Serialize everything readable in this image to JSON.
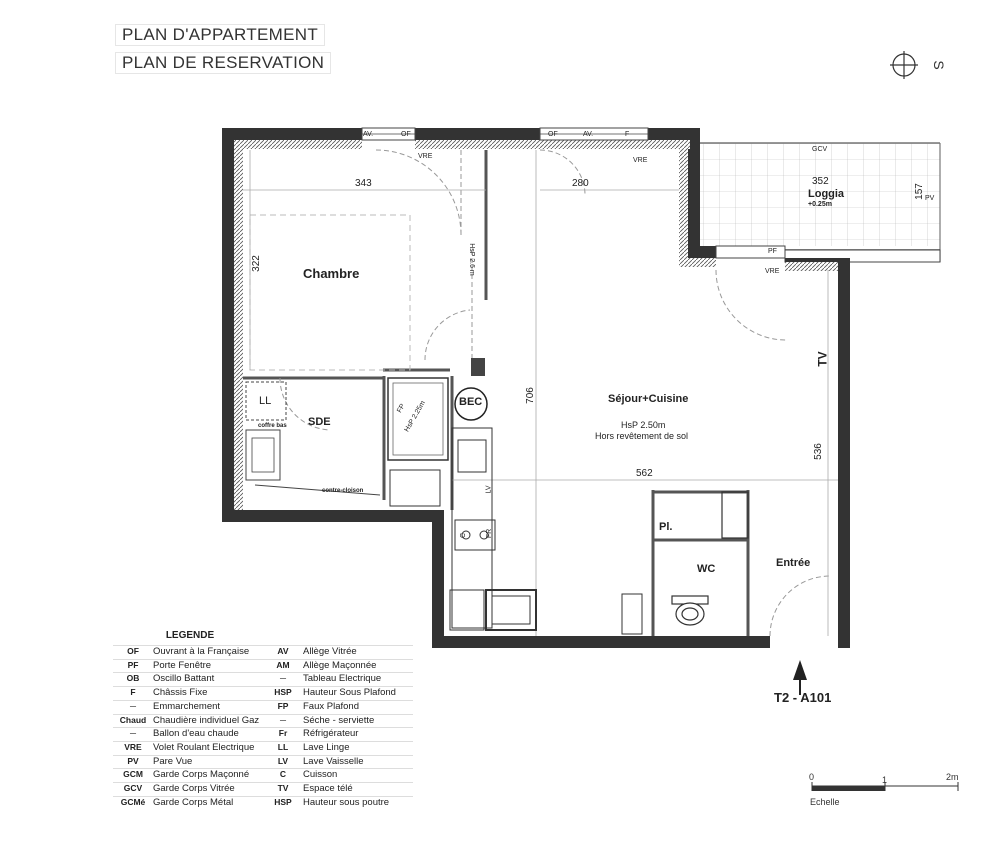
{
  "header": {
    "line1": "PLAN D'APPARTEMENT",
    "line2": "PLAN DE RESERVATION"
  },
  "compass": {
    "label": "S"
  },
  "unit_ref": "T2 - A101",
  "rooms": {
    "chambre": "Chambre",
    "sejour": "Séjour+Cuisine",
    "sejour_hsp": "HsP 2.50m",
    "sejour_note": "Hors revêtement de sol",
    "sde": "SDE",
    "wc": "WC",
    "entree": "Entrée",
    "loggia": "Loggia",
    "loggia_level": "+0.25m",
    "placard": "Pl.",
    "bec": "BEC",
    "ll": "LL",
    "lv": "LV",
    "fr": "FR",
    "c": "C",
    "tv": "TV",
    "coffre_bas": "coffre bas",
    "contre_cloison": "contre-cloison",
    "fp": "FP",
    "fp_hsp": "HsP 2.25m",
    "hsp_beam": "HsP 2.6 m"
  },
  "dimensions": {
    "chambre_width": "343",
    "chambre_height": "322",
    "sejour_top": "280",
    "sejour_height": "706",
    "sejour_width": "562",
    "right_height": "536",
    "loggia_width": "352",
    "loggia_depth": "157"
  },
  "window_labels": {
    "av": "AV.",
    "of": "OF",
    "f": "F",
    "vre": "VRE",
    "pf": "PF",
    "gcv": "GCV",
    "pv": "PV"
  },
  "legend": {
    "title": "LEGENDE",
    "left": [
      {
        "code": "OF",
        "label": "Ouvrant à la Française"
      },
      {
        "code": "PF",
        "label": "Porte Fenêtre"
      },
      {
        "code": "OB",
        "label": "Oscillo Battant"
      },
      {
        "code": "F",
        "label": "Châssis Fixe"
      },
      {
        "code": "",
        "label": "Emmarchement",
        "icon": "step-icon"
      },
      {
        "code": "Chaud",
        "label": "Chaudière individuel Gaz"
      },
      {
        "code": "",
        "label": "Ballon d'eau chaude",
        "icon": "water-heater-icon"
      },
      {
        "code": "VRE",
        "label": "Volet Roulant Electrique"
      },
      {
        "code": "PV",
        "label": "Pare Vue"
      },
      {
        "code": "GCM",
        "label": "Garde Corps Maçonné"
      },
      {
        "code": "GCV",
        "label": "Garde Corps Vitrée"
      },
      {
        "code": "GCMé",
        "label": "Garde Corps Métal"
      }
    ],
    "right": [
      {
        "code": "AV",
        "label": "Allège Vitrée"
      },
      {
        "code": "AM",
        "label": "Allège Maçonnée"
      },
      {
        "code": "",
        "label": "Tableau Electrique",
        "icon": "electrical-panel-icon"
      },
      {
        "code": "HSP",
        "label": "Hauteur Sous Plafond"
      },
      {
        "code": "FP",
        "label": "Faux Plafond"
      },
      {
        "code": "",
        "label": "Séche - serviette",
        "icon": "towel-dryer-icon"
      },
      {
        "code": "Fr",
        "label": "Réfrigérateur"
      },
      {
        "code": "LL",
        "label": "Lave Linge"
      },
      {
        "code": "LV",
        "label": "Lave Vaisselle"
      },
      {
        "code": "C",
        "label": "Cuisson"
      },
      {
        "code": "TV",
        "label": "Espace télé"
      },
      {
        "code": "HSP",
        "label": "Hauteur sous poutre"
      }
    ]
  },
  "scale": {
    "ticks": [
      "0",
      "1",
      "2m"
    ],
    "label": "Echelle"
  }
}
